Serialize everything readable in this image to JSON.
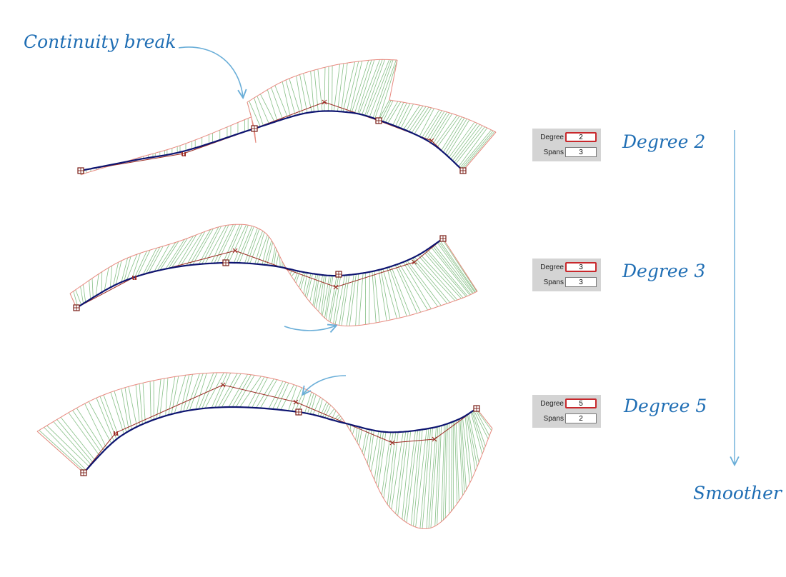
{
  "annotations": {
    "continuity_break": "Continuity break",
    "smoother": "Smoother"
  },
  "panels": [
    {
      "heading": "Degree 2",
      "degree_label": "Degree",
      "degree_value": "2",
      "spans_label": "Spans",
      "spans_value": "3"
    },
    {
      "heading": "Degree 3",
      "degree_label": "Degree",
      "degree_value": "3",
      "spans_label": "Spans",
      "spans_value": "3"
    },
    {
      "heading": "Degree 5",
      "degree_label": "Degree",
      "degree_value": "5",
      "spans_label": "Spans",
      "spans_value": "2"
    }
  ],
  "colors": {
    "curve": "#0d1470",
    "control_polygon": "#9a2a22",
    "comb_hatch": "#86bf86",
    "comb_outline": "#e88a80",
    "annotation": "#1f6eb4",
    "highlight": "#c8282c"
  },
  "icons": {
    "edit_point": "edit-point-icon",
    "control_vertex": "cv-cross-icon",
    "start_marker": "u-marker-icon"
  }
}
